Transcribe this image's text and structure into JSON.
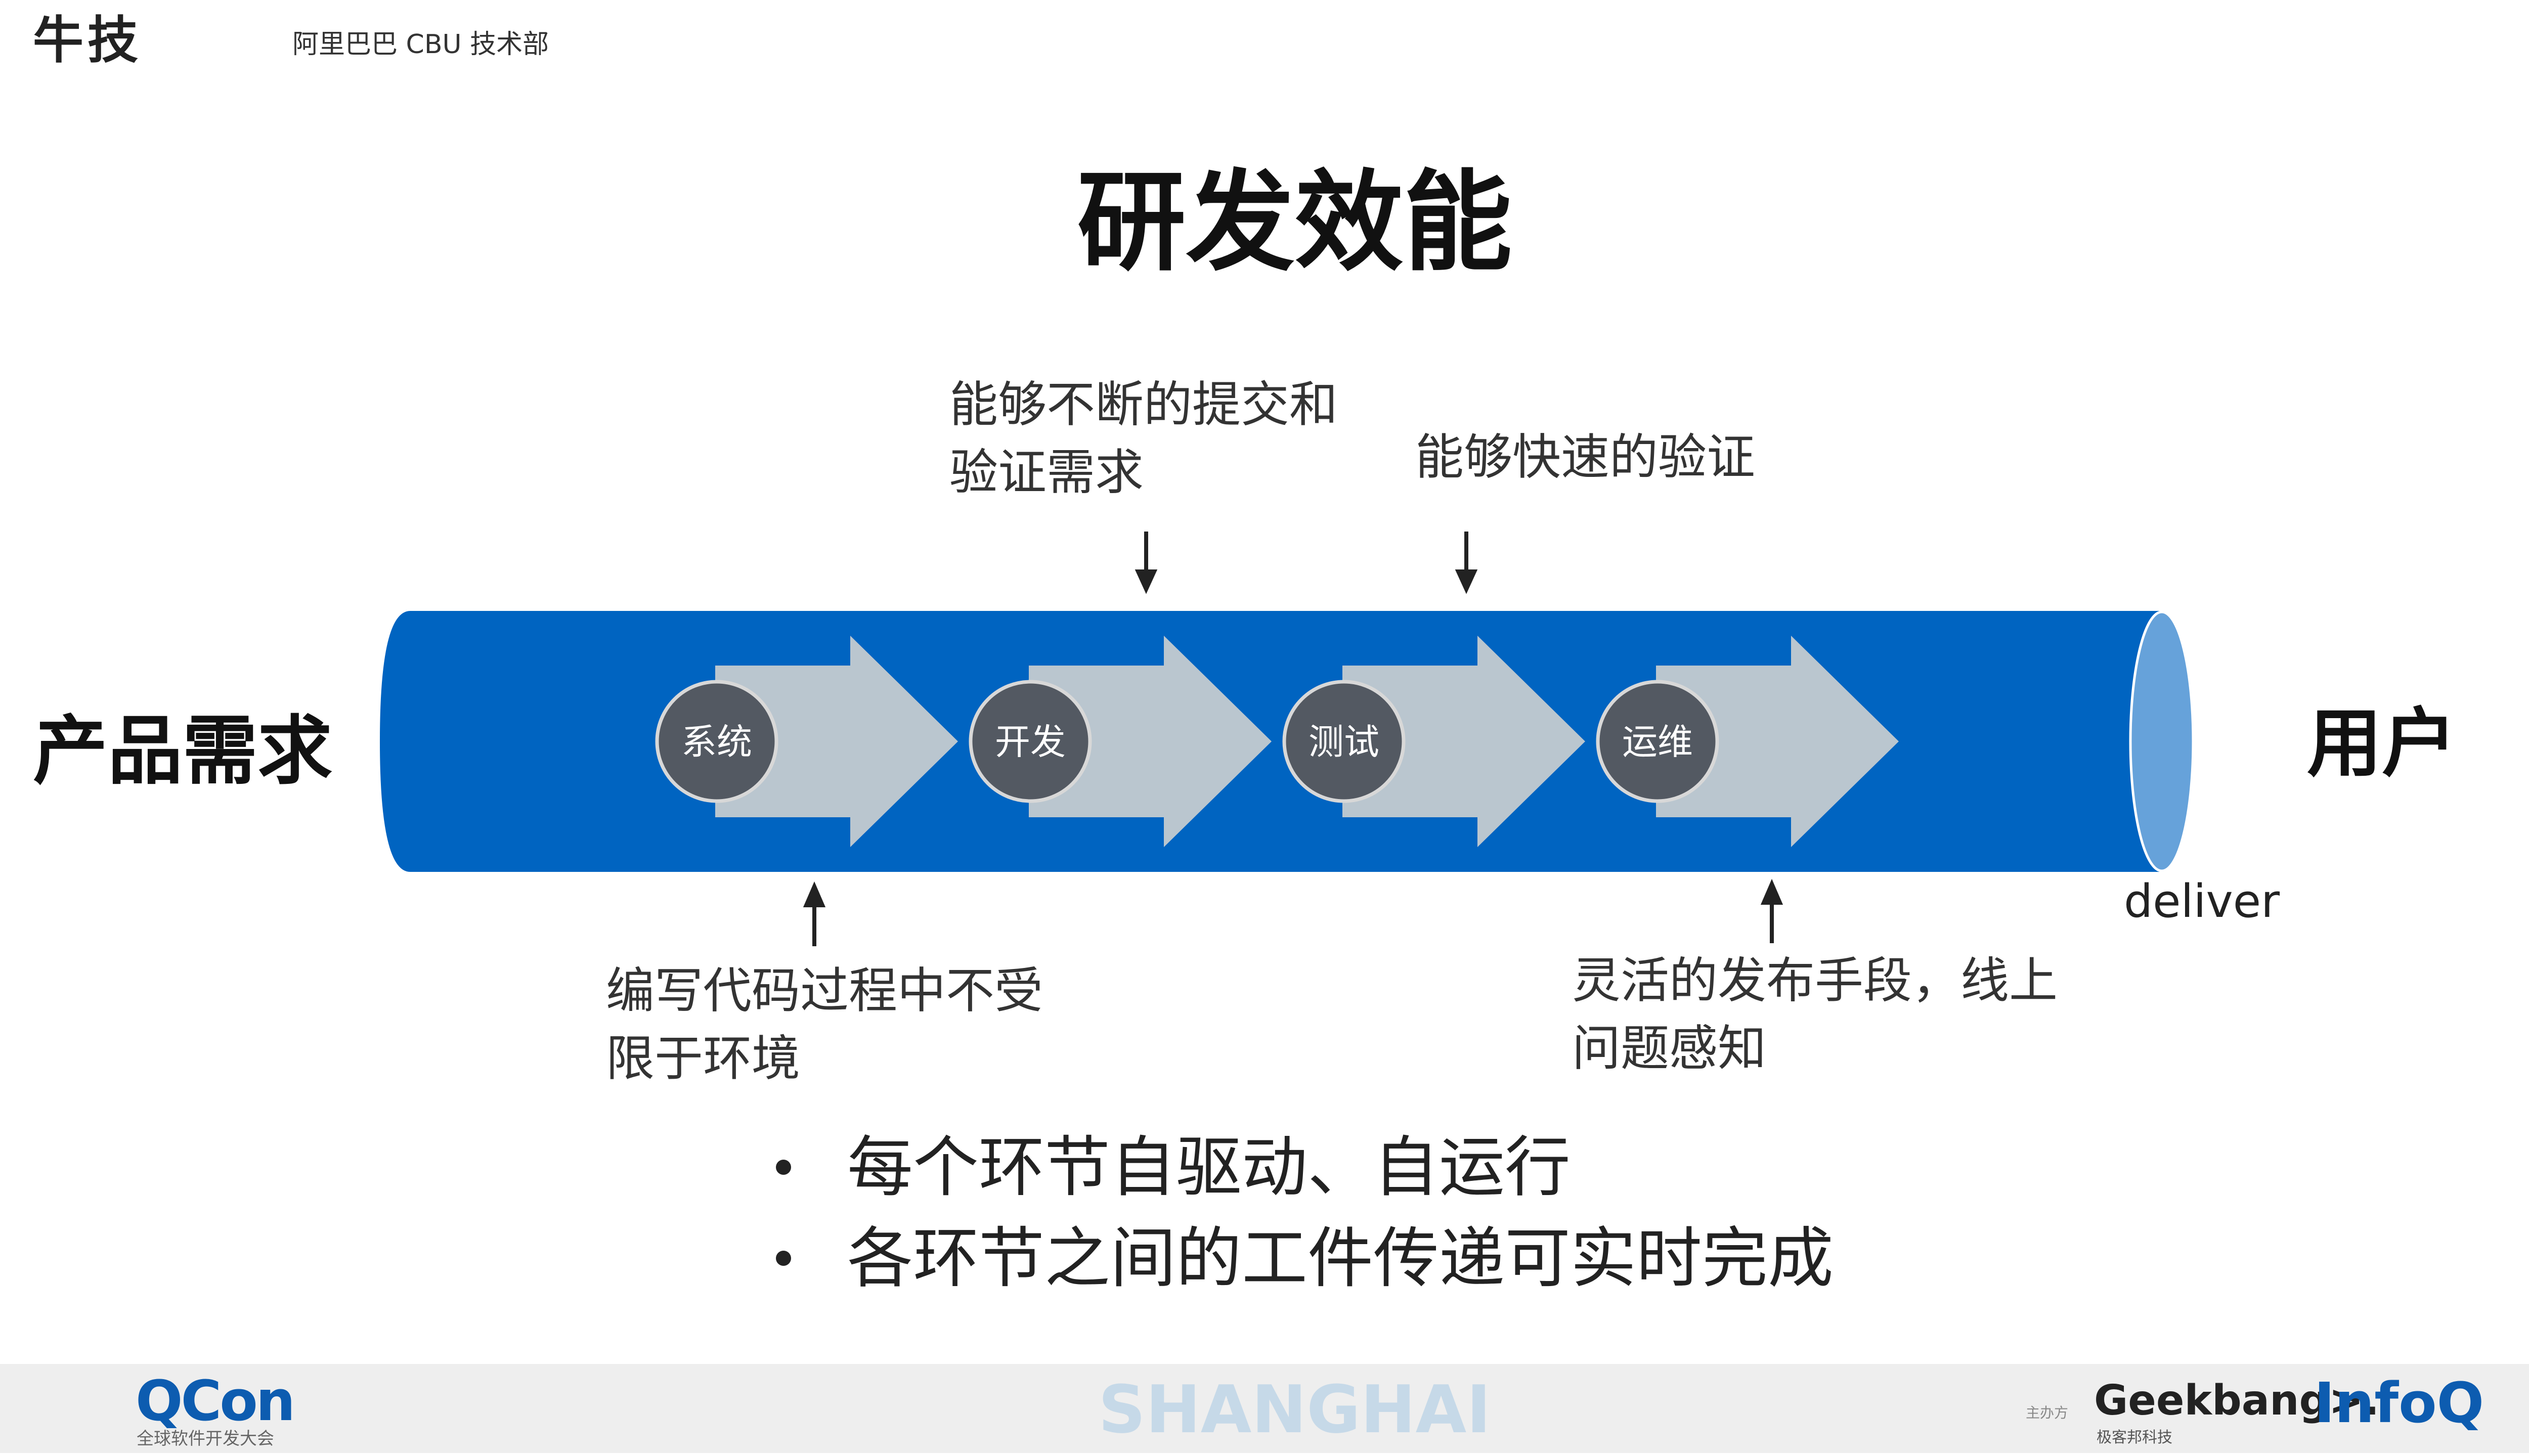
{
  "header": {
    "logo": "牛技",
    "org": "阿里巴巴 CBU 技术部"
  },
  "title": "研发效能",
  "left_label": "产品需求",
  "right_label": "用户",
  "deliver": "deliver",
  "stages": [
    "系统",
    "开发",
    "测试",
    "运维"
  ],
  "annotations": {
    "top1": [
      "能够不断的提交和",
      "验证需求"
    ],
    "top2": [
      "能够快速的验证"
    ],
    "bottom1": [
      "编写代码过程中不受",
      "限于环境"
    ],
    "bottom2": [
      "灵活的发布手段，线上",
      "问题感知"
    ]
  },
  "bullets": [
    "每个环节自驱动、自运行",
    "各环节之间的工件传递可实时完成"
  ],
  "footer": {
    "qcon": "QCon",
    "qcon_sub": "全球软件开发大会",
    "city": "SHANGHAI",
    "host_label": "主办方",
    "geekbang": "Geekbang>.",
    "geekbang_sub": "极客邦科技",
    "infoq": "InfoQ"
  },
  "colors": {
    "pipe": "#0064c1",
    "pipe_cap": "#66a2da",
    "arrow": "#bac6cf",
    "circle": "#535962",
    "city": "#c6d9e8"
  }
}
